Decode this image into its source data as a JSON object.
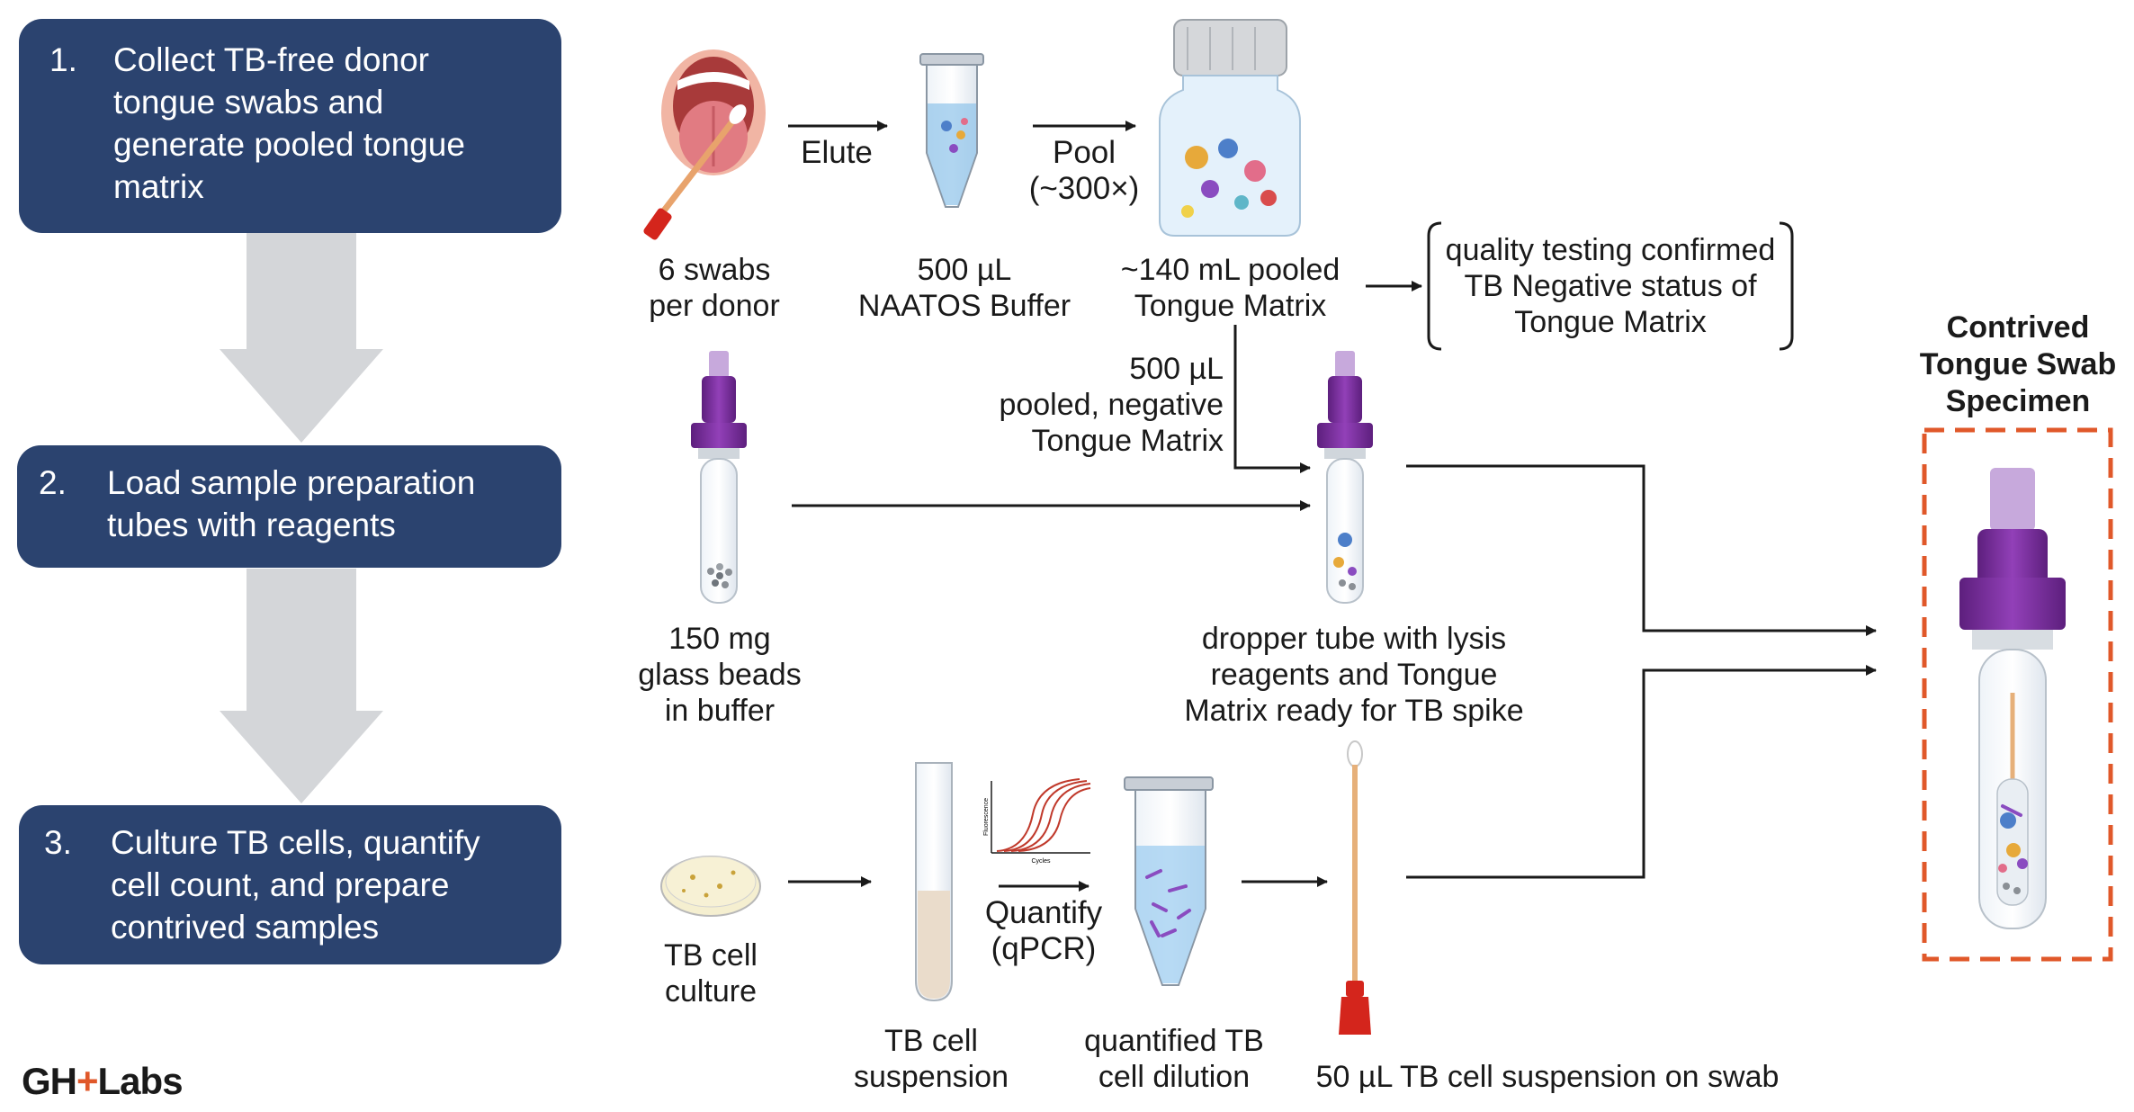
{
  "steps": [
    {
      "num": "1.",
      "lines": [
        "Collect TB-free donor",
        "tongue swabs and",
        "generate pooled tongue",
        "matrix"
      ]
    },
    {
      "num": "2.",
      "lines": [
        "Load sample preparation",
        "tubes with reagents"
      ]
    },
    {
      "num": "3.",
      "lines": [
        "Culture TB cells, quantify",
        "cell count, and prepare",
        "contrived samples"
      ]
    }
  ],
  "row1": {
    "swabs": [
      "6 swabs",
      "per donor"
    ],
    "elute": "Elute",
    "buffer": [
      "500 µL",
      "NAATOS Buffer"
    ],
    "pool": [
      "Pool",
      "(~300×)"
    ],
    "pooled": [
      "~140 mL pooled",
      "Tongue Matrix"
    ],
    "quality": [
      "quality testing confirmed",
      "TB Negative status of",
      "Tongue Matrix"
    ]
  },
  "row2": {
    "negative": [
      "500 µL",
      "pooled, negative",
      "Tongue Matrix"
    ],
    "beads": [
      "150 mg",
      "glass beads",
      "in buffer"
    ],
    "dropper": [
      "dropper tube with lysis",
      "reagents and Tongue",
      "Matrix ready for TB spike"
    ]
  },
  "row3": {
    "culture": [
      "TB cell",
      "culture"
    ],
    "suspension": [
      "TB cell",
      "suspension"
    ],
    "quantify": [
      "Quantify",
      "(qPCR)"
    ],
    "dilution": [
      "quantified TB",
      "cell dilution"
    ],
    "swab": "50 µL TB cell suspension on swab",
    "chart_y": "Fluorescence",
    "chart_x": "Cycles"
  },
  "result": {
    "title": [
      "Contrived",
      "Tongue Swab",
      "Specimen"
    ]
  },
  "logo": {
    "left": "GH",
    "plus": "+",
    "right": "Labs"
  },
  "colors": {
    "step_box": "#2b436f",
    "down_arrow": "#d4d6d9",
    "dashed_box": "#e0582a",
    "cap_purple": "#7a2d9b",
    "swab_tip": "#d4251c"
  }
}
